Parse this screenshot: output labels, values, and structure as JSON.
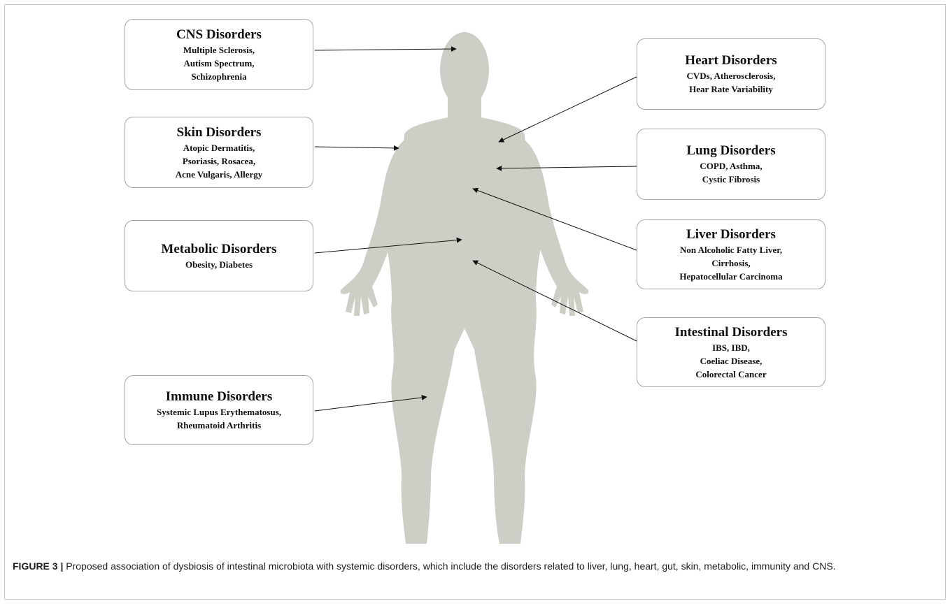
{
  "figure": {
    "boxes": [
      {
        "id": "cns",
        "title": "CNS Disorders",
        "lines": [
          "Multiple Sclerosis,",
          "Autism Spectrum,",
          "Schizophrenia"
        ]
      },
      {
        "id": "skin",
        "title": "Skin Disorders",
        "lines": [
          "Atopic Dermatitis,",
          "Psoriasis, Rosacea,",
          "Acne Vulgaris, Allergy"
        ]
      },
      {
        "id": "metabolic",
        "title": "Metabolic Disorders",
        "lines": [
          "Obesity,  Diabetes"
        ]
      },
      {
        "id": "immune",
        "title": "Immune Disorders",
        "lines": [
          "Systemic Lupus Erythematosus,",
          "Rheumatoid Arthritis"
        ]
      },
      {
        "id": "heart",
        "title": "Heart Disorders",
        "lines": [
          "CVDs, Atherosclerosis,",
          "Hear Rate Variability"
        ]
      },
      {
        "id": "lung",
        "title": "Lung Disorders",
        "lines": [
          "COPD, Asthma,",
          "Cystic Fibrosis"
        ]
      },
      {
        "id": "liver",
        "title": "Liver Disorders",
        "lines": [
          "Non Alcoholic Fatty Liver,",
          "Cirrhosis,",
          "Hepatocellular Carcinoma"
        ]
      },
      {
        "id": "intestinal",
        "title": "Intestinal Disorders",
        "lines": [
          "IBS, IBD,",
          "Coeliac Disease,",
          "Colorectal Cancer"
        ]
      }
    ],
    "colors": {
      "body": "#cdcfc6",
      "border": "#a6a6a6",
      "arrow": "#111111"
    }
  },
  "caption": {
    "label": "FIGURE 3 |",
    "text": " Proposed association of dysbiosis of intestinal microbiota with systemic disorders, which include the disorders related to liver, lung, heart, gut, skin, metabolic, immunity and CNS."
  }
}
